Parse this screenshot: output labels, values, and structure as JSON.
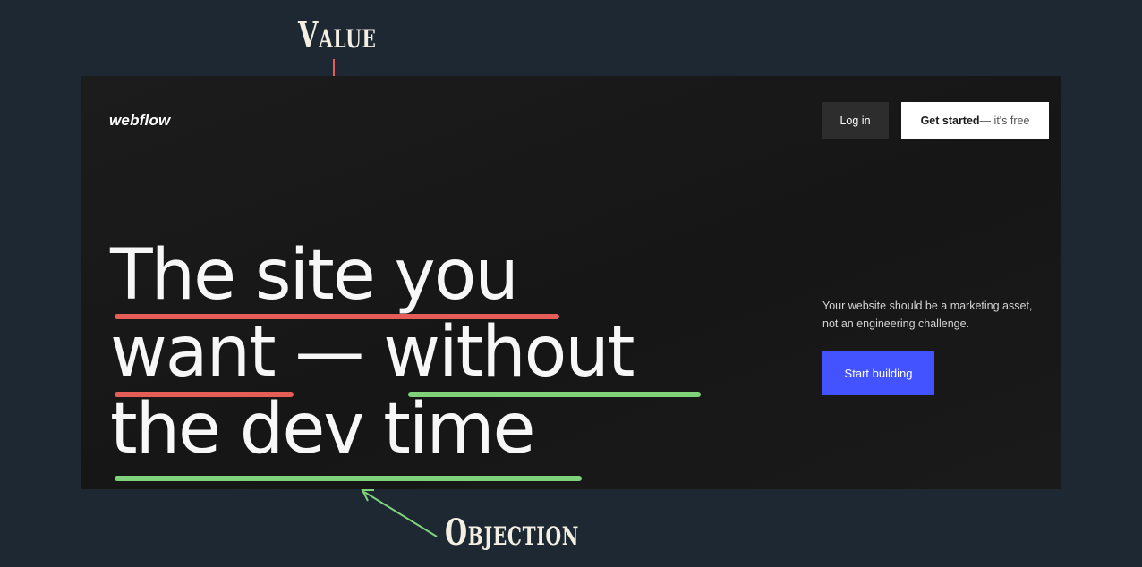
{
  "annotations": {
    "value": "Value",
    "objection": "Objection"
  },
  "colors": {
    "value_underline": "#e45d57",
    "objection_underline": "#7fd17a",
    "background": "#1d2832",
    "site_background": "#181818",
    "primary_button": "#4353ff"
  },
  "site": {
    "logo": "webflow",
    "nav": {
      "login_label": "Log in",
      "get_started_label": "Get started",
      "get_started_suffix": " — it's free"
    },
    "hero": {
      "headline_lines": [
        "The site you",
        "want — without",
        "the dev time"
      ],
      "tagline": "Your website should be a marketing asset, not an engineering challenge.",
      "cta_label": "Start building"
    }
  }
}
